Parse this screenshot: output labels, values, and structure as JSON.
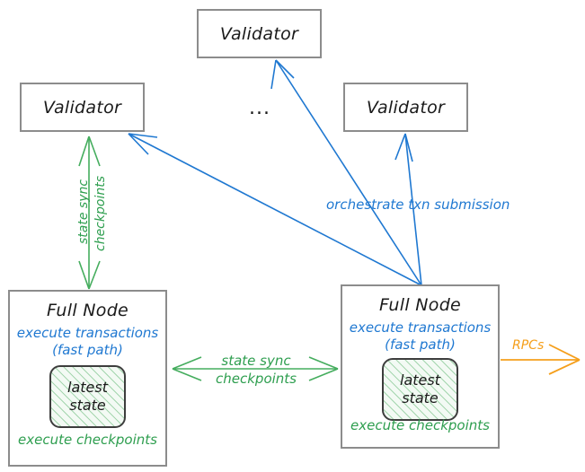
{
  "diagram": {
    "title": "Sui network topology: validators and full nodes",
    "colors": {
      "box_border": "#8c8c8c",
      "text_dark": "#1a1a1a",
      "blue": "#1f78d1",
      "green": "#2e9e4f",
      "orange": "#f59f1b",
      "state_fill": "#f3faf4"
    },
    "nodes": {
      "validator_top": {
        "label": "Validator"
      },
      "validator_left": {
        "label": "Validator"
      },
      "validator_right": {
        "label": "Validator"
      },
      "ellipsis": {
        "label": "..."
      },
      "fullnode_left": {
        "title": "Full Node",
        "fastpath_line1": "execute transactions",
        "fastpath_line2": "(fast path)",
        "state_line1": "latest",
        "state_line2": "state",
        "checkpoints_label": "execute checkpoints"
      },
      "fullnode_right": {
        "title": "Full Node",
        "fastpath_line1": "execute transactions",
        "fastpath_line2": "(fast path)",
        "state_line1": "latest",
        "state_line2": "state",
        "checkpoints_label": "execute checkpoints"
      }
    },
    "edges": {
      "orchestrate": {
        "label": "orchestrate txn submission",
        "color": "#1f78d1"
      },
      "rpcs": {
        "label": "RPCs",
        "color": "#f59f1b"
      },
      "state_sync_horizontal": {
        "label_line1": "state sync",
        "label_line2": "checkpoints",
        "color": "#2e9e4f"
      },
      "state_sync_vertical": {
        "label_line1": "state sync",
        "label_line2": "checkpoints",
        "color": "#2e9e4f"
      }
    }
  }
}
